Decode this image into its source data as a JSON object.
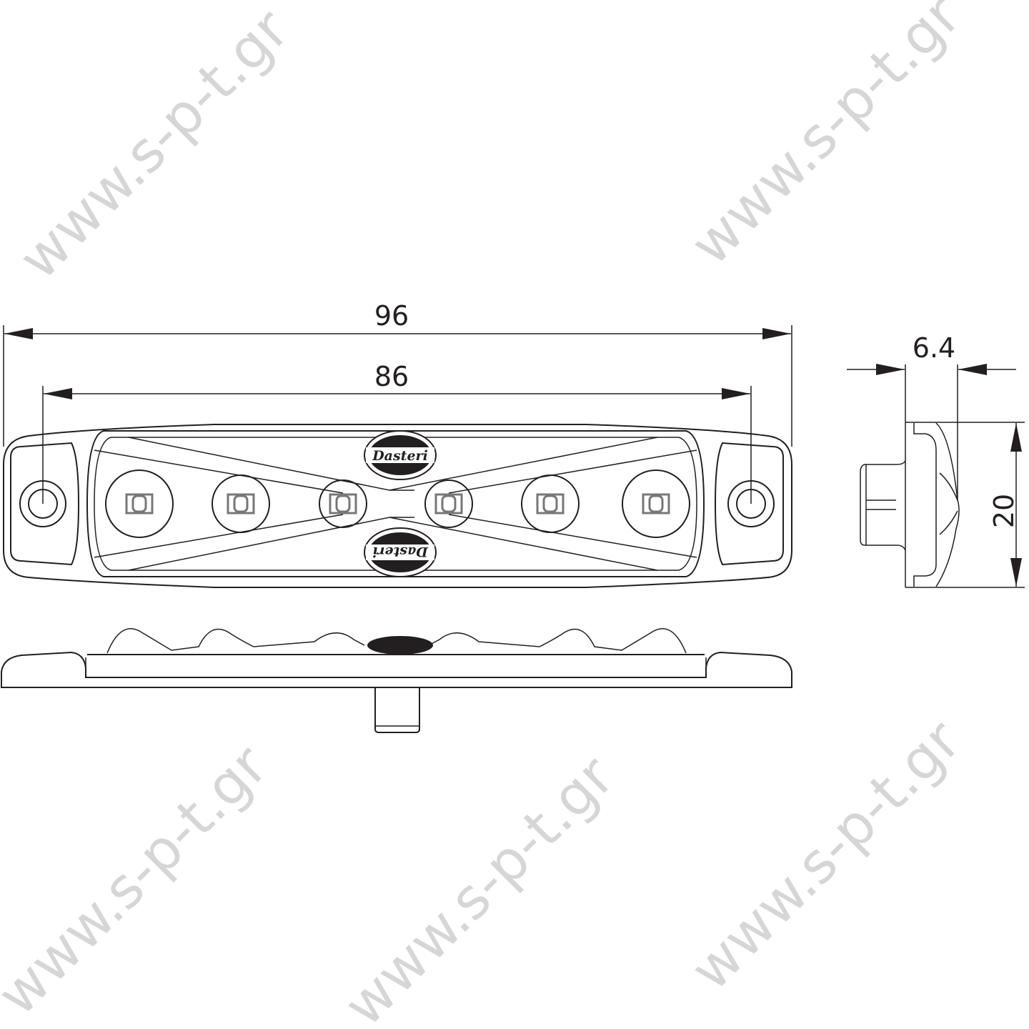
{
  "drawing": {
    "dimensions": {
      "overall_length": "96",
      "hole_spacing": "86",
      "depth": "6.4",
      "height": "20"
    },
    "brand_logo": "Dasteri",
    "led_count": 6
  },
  "watermark": "www.s-p-t.gr",
  "colors": {
    "line": "#231f20",
    "watermark": "#d6d6d6"
  }
}
